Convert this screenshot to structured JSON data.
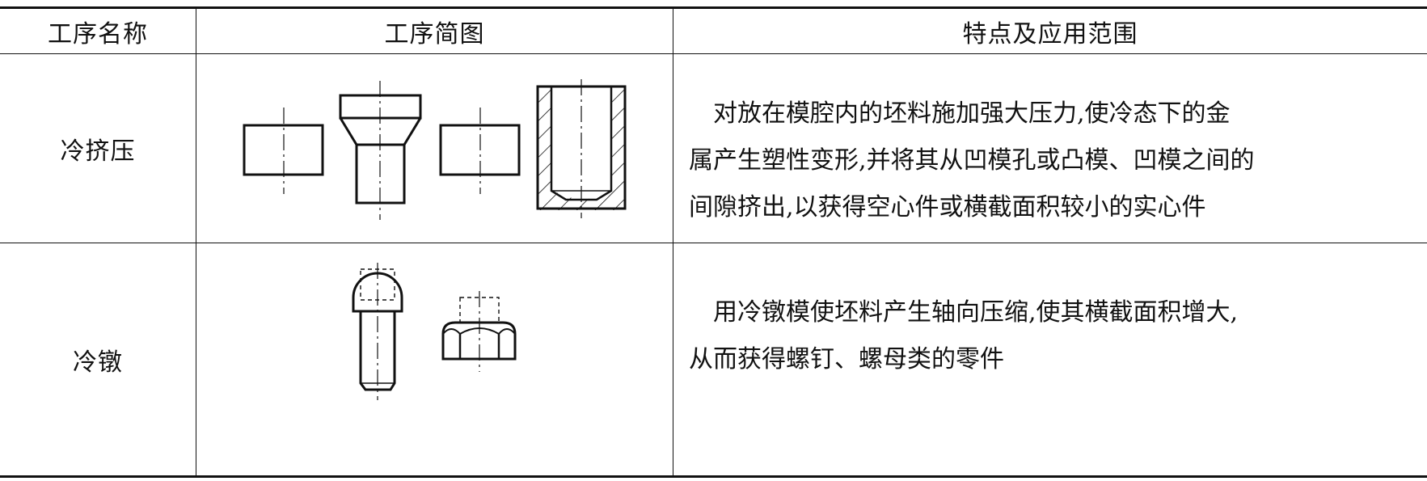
{
  "table": {
    "headers": {
      "name": "工序名称",
      "diagram": "工序简图",
      "features": "特点及应用范围"
    },
    "rows": [
      {
        "name": "冷挤压",
        "lines": [
          "对放在模腔内的坯料施加强大压力,使冷态下的金",
          "属产生塑性变形,并将其从凹模孔或凸模、凹模之间的",
          "间隙挤出,以获得空心件或横截面积较小的实心件"
        ]
      },
      {
        "name": "冷镦",
        "lines": [
          "用冷镦模使坯料产生轴向压缩,使其横截面积增大,",
          "从而获得螺钉、螺母类的零件"
        ]
      }
    ]
  }
}
